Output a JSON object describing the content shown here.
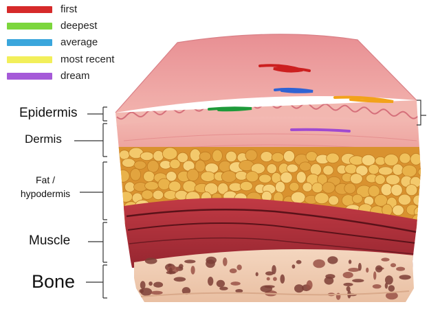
{
  "legend": [
    {
      "label": "first",
      "color": "#d62a2a"
    },
    {
      "label": "deepest",
      "color": "#7cd63c"
    },
    {
      "label": "average",
      "color": "#3aa6dc"
    },
    {
      "label": "most recent",
      "color": "#f2ef5a"
    },
    {
      "label": "dream",
      "color": "#a55ad8"
    }
  ],
  "layers": {
    "epidermis": "Epidermis",
    "dermis": "Dermis",
    "fat_line1": "Fat /",
    "fat_line2": "hypodermis",
    "muscle": "Muscle",
    "bone": "Bone"
  },
  "colors": {
    "skin_top": "#e99a9a",
    "epidermis": "#efb0ac",
    "dermis": "#f0a9a6",
    "fat": "#e8b24a",
    "muscle": "#b3323c",
    "bone": "#f2d0b5",
    "bone_pore": "#7d3e36"
  },
  "marks": [
    {
      "name": "first-mark",
      "color": "#cc1f1f"
    },
    {
      "name": "deepest-mark",
      "color": "#1e9a3a"
    },
    {
      "name": "average-mark",
      "color": "#2f63d4"
    },
    {
      "name": "most-recent-mark",
      "color": "#f2a21a"
    },
    {
      "name": "dream-mark",
      "color": "#a04ad0"
    }
  ]
}
